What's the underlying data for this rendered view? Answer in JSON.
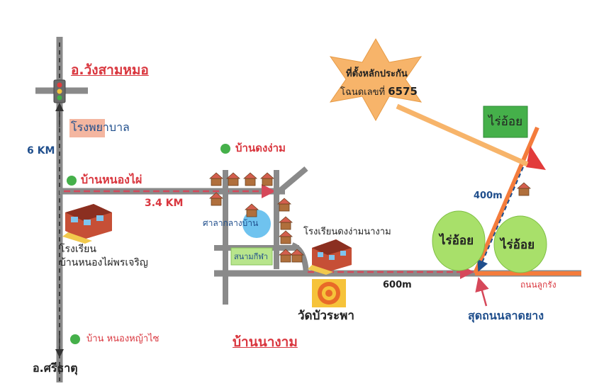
{
  "map": {
    "colors": {
      "road": "#8a8a8a",
      "red_route": "#d6485a",
      "orange_road": "#f47c3c",
      "field_green": "#a8e06a",
      "star": "#f7b46a",
      "label_red": "#d9363e",
      "label_blue": "#1f4e8c",
      "hospital_box": "#f4b6a0",
      "sign_green": "#45b04a",
      "pond_blue": "#6fc3ef"
    },
    "labels": {
      "district_north": "อ.วังสามหมอ",
      "district_south": "อ.ศรีธาตุ",
      "hospital": "โรงพยาบาล",
      "dist_north": "6 KM",
      "village_nongphai": "บ้านหนองไผ่",
      "dist_west": "3.4 KM",
      "school_west_line1": "โรงเรียน",
      "school_west_line2": "บ้านหนองไผ่พรเจริญ",
      "village_nongya": "บ้าน หนองหญ้าไซ",
      "village_dongngam": "บ้านดงง่าม",
      "pavilion": "ศาลากลางบ้าน",
      "stadium": "สนามกีฬา",
      "school_east": "โรงเรียนดงง่ามนางาม",
      "temple": "วัดบัวระพา",
      "village_nangam": "บ้านนางาม",
      "dist_600": "600m",
      "end_of_road": "สุดถนนลาดยาง",
      "road_lukrang": "ถนนลูกรัง",
      "dist_400": "400m",
      "sugarcane_sign": "ไร่อ้อย",
      "field_left": "ไร่อ้อย",
      "field_right": "ไร่อ้อย",
      "star_line1": "ที่ตั้งหลักประกัน",
      "star_line2_prefix": "โฉนดเลขที่",
      "star_line2_number": "6575"
    }
  }
}
